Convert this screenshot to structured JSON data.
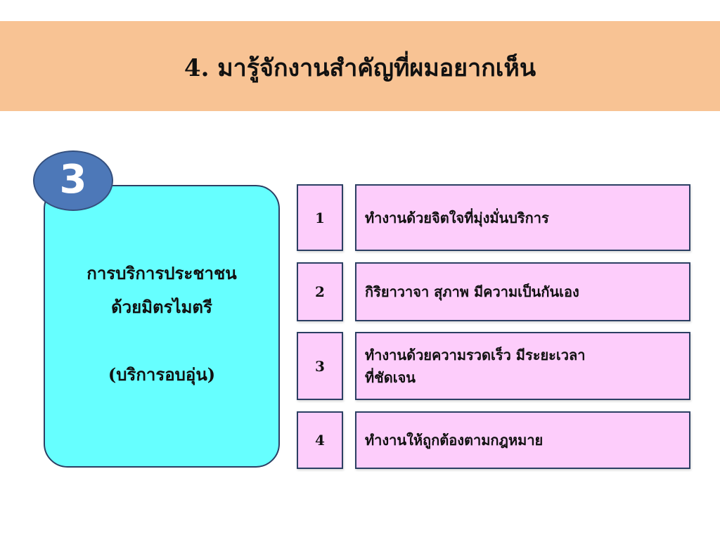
{
  "header": {
    "title": "4. มารู้จักงานสำคัญที่ผมอยากเห็น"
  },
  "badge": {
    "number": "3"
  },
  "main_card": {
    "line1": "การบริการประชาชน",
    "line2": "ด้วยมิตรไมตรี",
    "line3": "(บริการอบอุ่น)"
  },
  "items": [
    {
      "number": "1",
      "text_line1": "ทำงานด้วยจิตใจที่มุ่งมั่นบริการ",
      "text_line2": ""
    },
    {
      "number": "2",
      "text_line1": "กิริยาวาจา สุภาพ มีความเป็นกันเอง",
      "text_line2": ""
    },
    {
      "number": "3",
      "text_line1": "ทำงานด้วยความรวดเร็ว มีระยะเวลา",
      "text_line2": "ที่ชัดเจน"
    },
    {
      "number": "4",
      "text_line1": "ทำงานให้ถูกต้องตามกฎหมาย",
      "text_line2": ""
    }
  ],
  "colors": {
    "header_band": "#f8c394",
    "main_card": "#66ffff",
    "badge": "#4d78b8",
    "item_box": "#fdcdfb",
    "border": "#2b3f63"
  }
}
